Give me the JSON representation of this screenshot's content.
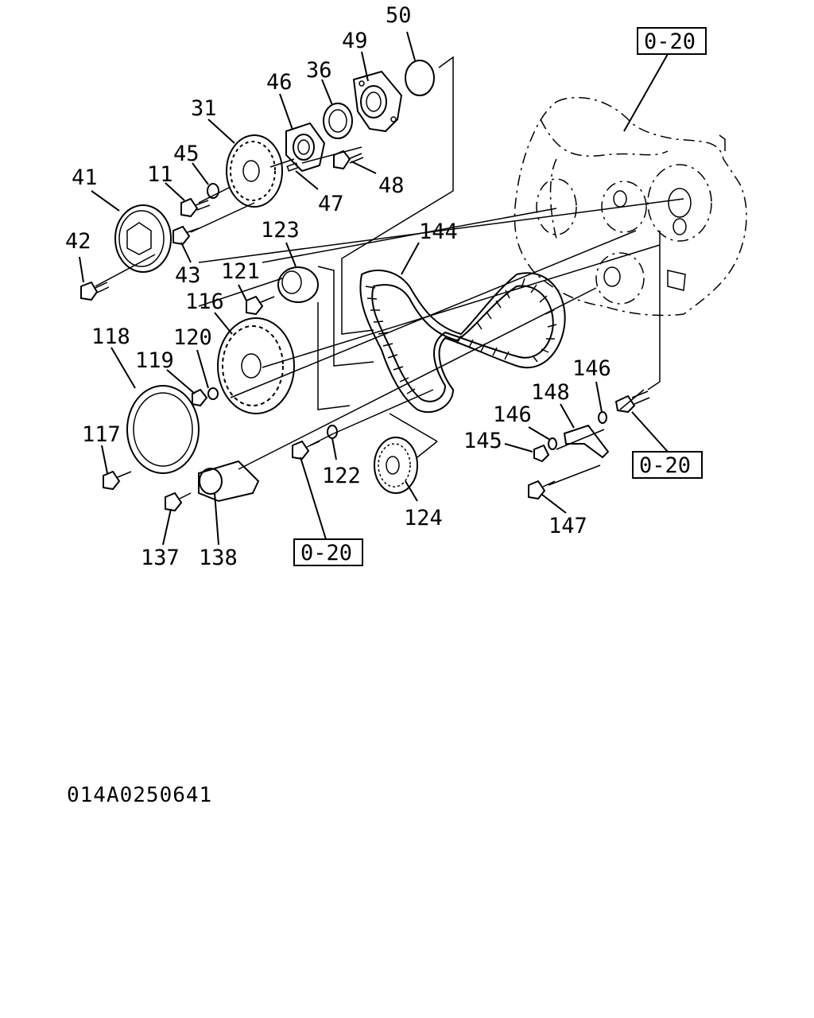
{
  "callouts": {
    "p50": "50",
    "p49": "49",
    "p36": "36",
    "p46": "46",
    "p31": "31",
    "p45": "45",
    "p11": "11",
    "p41": "41",
    "p47": "47",
    "p48": "48",
    "p42": "42",
    "p43": "43",
    "p123": "123",
    "p144": "144",
    "p121": "121",
    "p116": "116",
    "p118": "118",
    "p120": "120",
    "p119": "119",
    "p117": "117",
    "p146a": "146",
    "p148": "148",
    "p146b": "146",
    "p145": "145",
    "p122": "122",
    "p124": "124",
    "p147": "147",
    "p137": "137",
    "p138": "138"
  },
  "references": {
    "ref_top_right": "0-20",
    "ref_right": "0-20",
    "ref_bottom": "0-20"
  },
  "drawing_code": "014A0250641"
}
